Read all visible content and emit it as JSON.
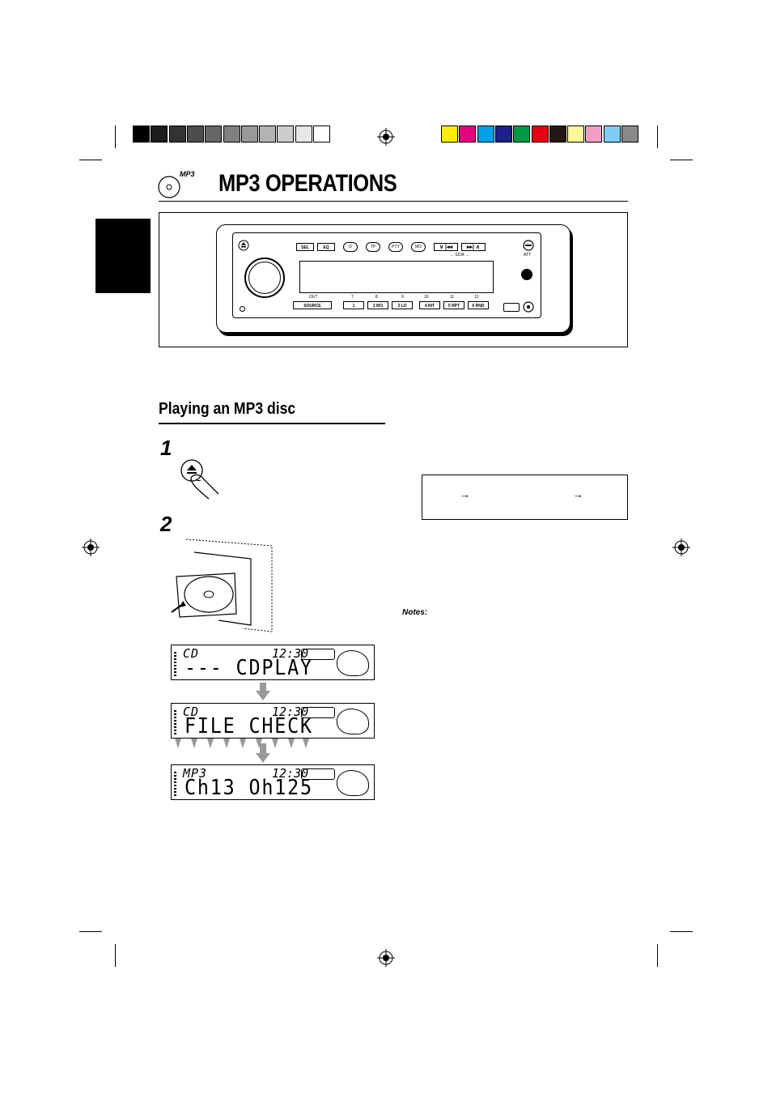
{
  "header": {
    "title": "MP3 OPERATIONS",
    "mp3_badge": "MP3"
  },
  "color_bars": {
    "grayscale": [
      "#000000",
      "#1c1c1c",
      "#333333",
      "#4d4d4d",
      "#666666",
      "#808080",
      "#999999",
      "#b3b3b3",
      "#cccccc",
      "#e6e6e6",
      "#ffffff"
    ],
    "colors": [
      "#ffee00",
      "#e6007e",
      "#00a0e9",
      "#1d2088",
      "#009944",
      "#e60012",
      "#231815",
      "#fff799",
      "#f19ec2",
      "#7ecef4",
      "#898989"
    ]
  },
  "unit": {
    "buttons_top": [
      "SEL",
      "EQ",
      "D",
      "TP",
      "PTY",
      "MO"
    ],
    "seek_label": "← SCM →",
    "att_label": "ATT",
    "source_label": "SOURCE",
    "out_label": "OUT",
    "preset_buttons": [
      "1",
      "2 MO",
      "3 LO",
      "4 INT",
      "5 RPT",
      "6 RND"
    ],
    "preset_top_labels": [
      "7",
      "8",
      "9",
      "10",
      "11",
      "12"
    ]
  },
  "section": {
    "title": "Playing an MP3 disc",
    "step1": "1",
    "step2": "2",
    "notes_label": "Notes:",
    "flow_arrows": [
      "→",
      "→"
    ]
  },
  "displays": [
    {
      "top": "CD",
      "clock": "12:30",
      "main": "--- CDPLAY"
    },
    {
      "top": "CD",
      "clock": "12:30",
      "main": "FILE CHECK"
    },
    {
      "top": "MP3",
      "clock": "12:30",
      "main": "Ch13 Oh125"
    }
  ]
}
